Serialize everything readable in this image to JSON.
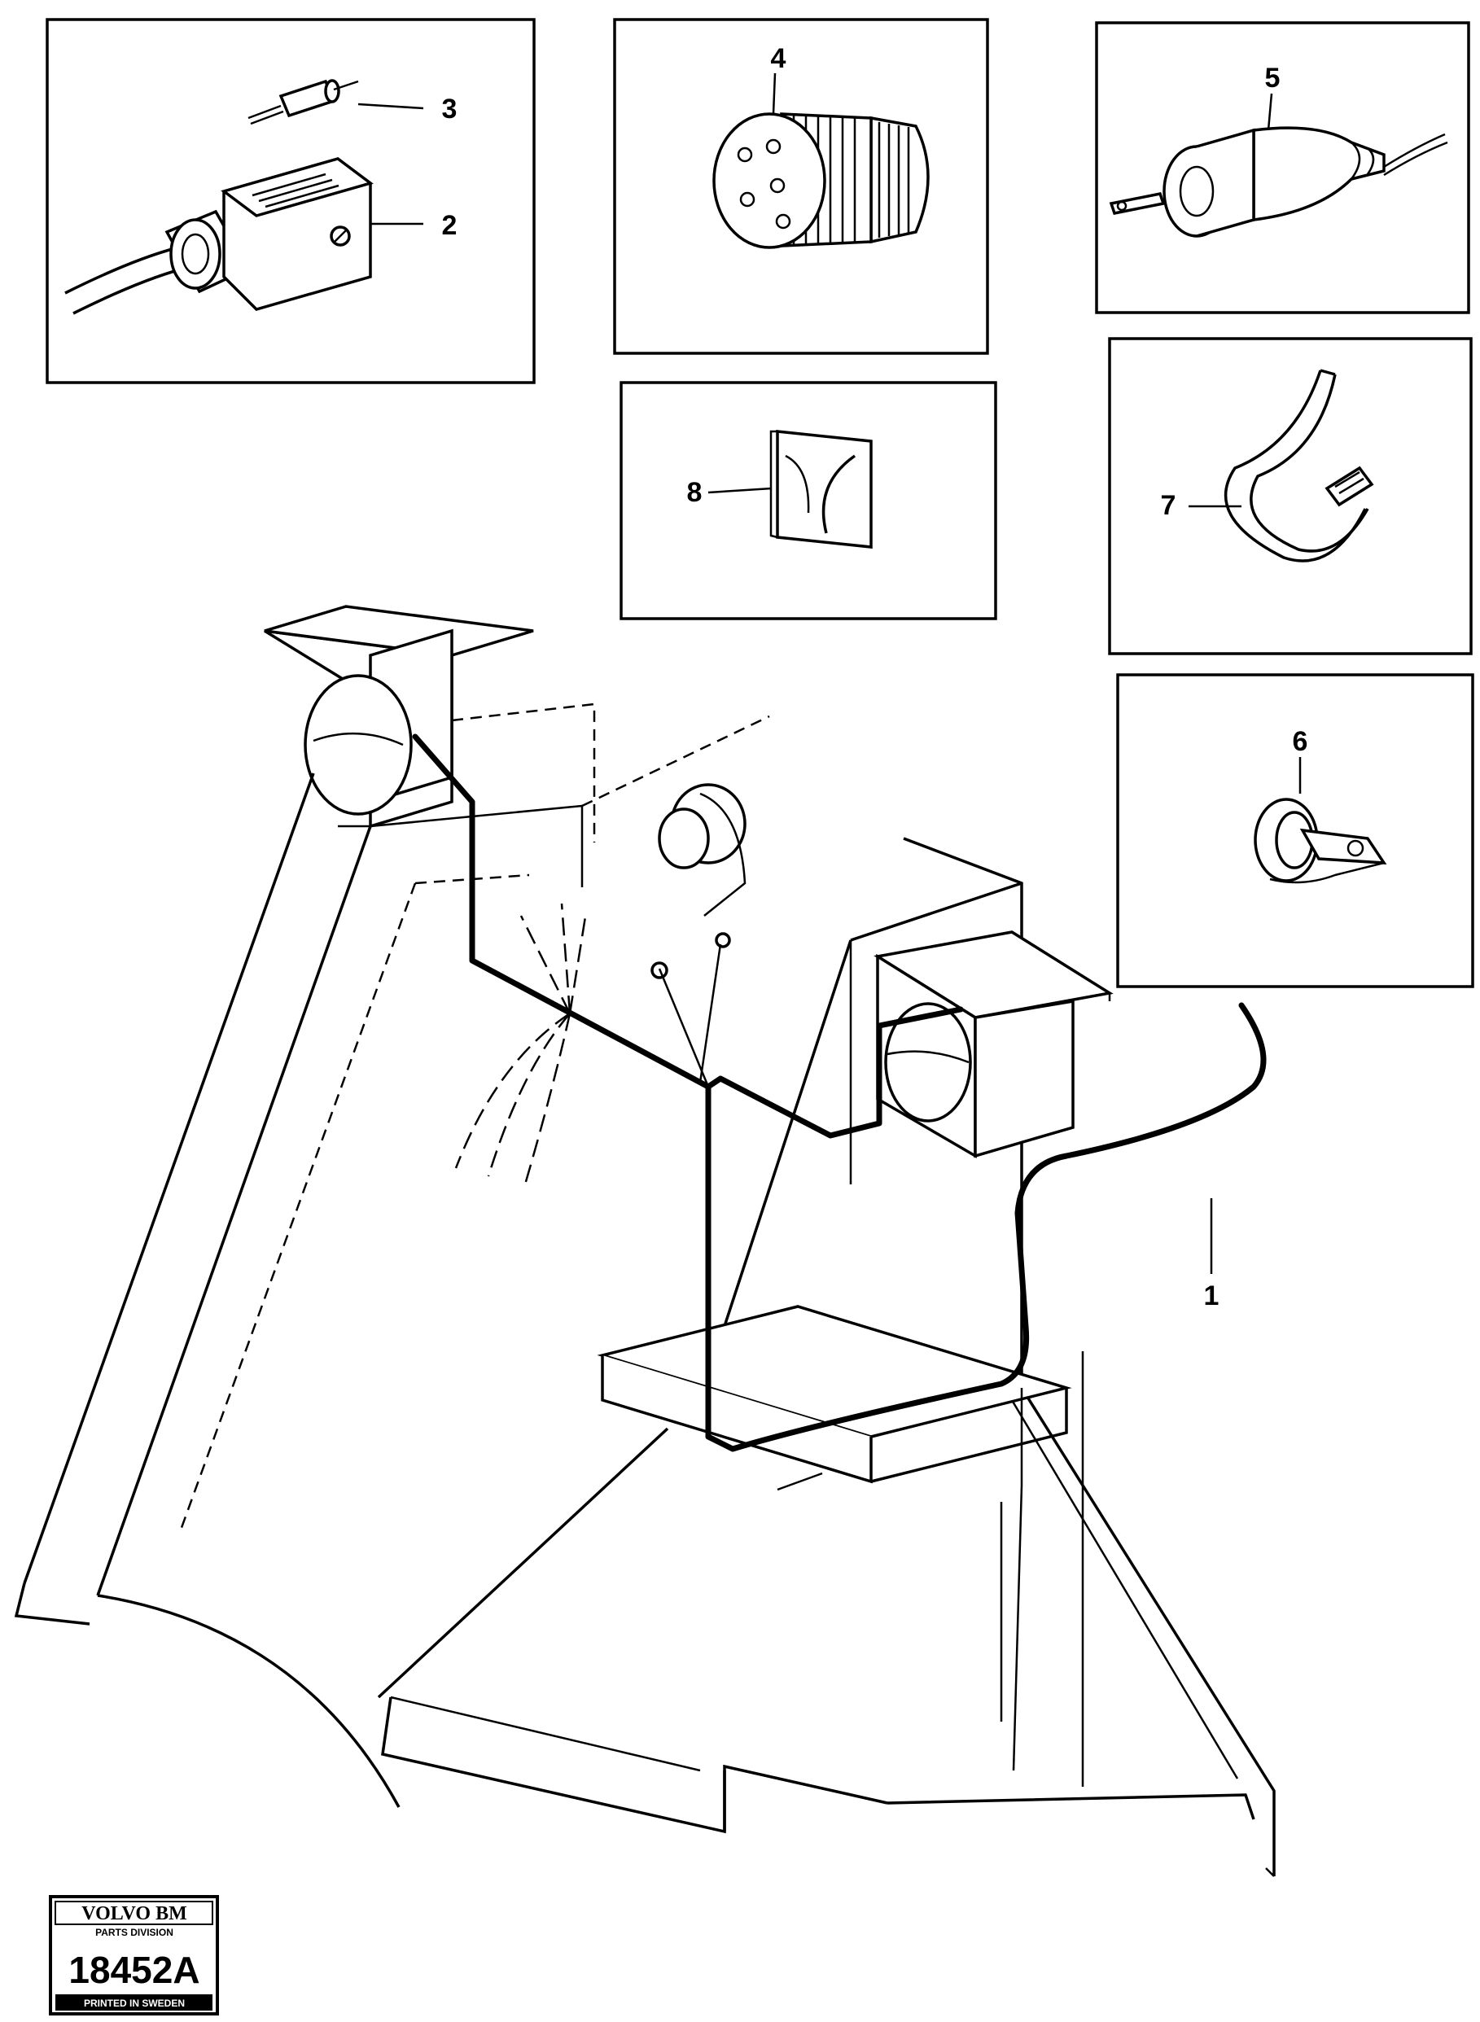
{
  "callouts": {
    "c1": "1",
    "c2": "2",
    "c3": "3",
    "c4": "4",
    "c5": "5",
    "c6": "6",
    "c7": "7",
    "c8": "8"
  },
  "stamp": {
    "brand": "VOLVO BM",
    "division": "PARTS DIVISION",
    "number": "18452A",
    "origin": "PRINTED IN SWEDEN"
  }
}
